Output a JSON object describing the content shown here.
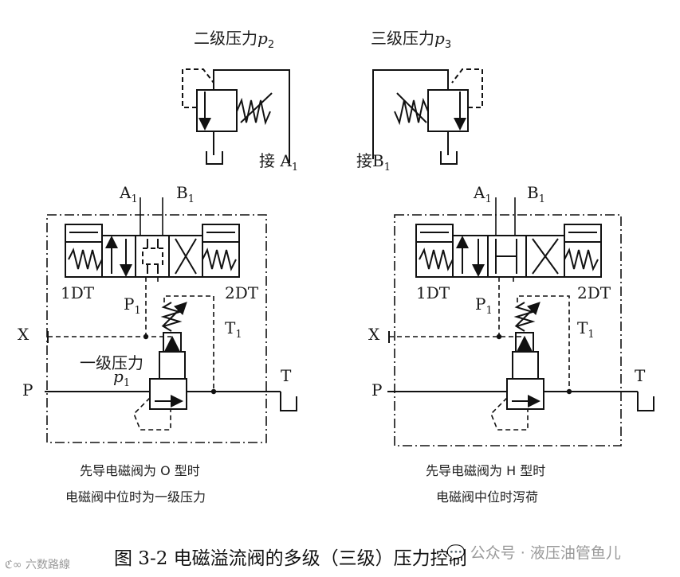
{
  "top": {
    "left_title": "二级压力",
    "left_var": "p",
    "left_sub": "2",
    "right_title": "三级压力",
    "right_var": "p",
    "right_sub": "3",
    "left_connect": "接",
    "left_port": "A",
    "left_port_sub": "1",
    "right_connect": "接",
    "right_port": "B",
    "right_port_sub": "1"
  },
  "left_valve": {
    "port_a": "A",
    "port_a_sub": "1",
    "port_b": "B",
    "port_b_sub": "1",
    "sol_1": "1DT",
    "sol_2": "2DT",
    "pilot_p": "P",
    "pilot_p_sub": "1",
    "tank_t1": "T",
    "tank_t1_sub": "1",
    "port_x": "X",
    "port_p": "P",
    "port_t": "T",
    "stage1": "一级压力",
    "stage1_var": "p",
    "stage1_sub": "1",
    "caption_1": "先导电磁阀为 O 型时",
    "caption_2": "电磁阀中位时为一级压力"
  },
  "right_valve": {
    "port_a": "A",
    "port_a_sub": "1",
    "port_b": "B",
    "port_b_sub": "1",
    "sol_1": "1DT",
    "sol_2": "2DT",
    "pilot_p": "P",
    "pilot_p_sub": "1",
    "tank_t1": "T",
    "tank_t1_sub": "1",
    "port_x": "X",
    "port_p": "P",
    "port_t": "T",
    "caption_1": "先导电磁阀为 H 型时",
    "caption_2": "电磁阀中位时泻荷"
  },
  "figure_caption": "图 3-2    电磁溢流阀的多级（三级）压力控制",
  "watermark_left": "六数路線",
  "watermark_right": "公众号 · 液压油管鱼儿"
}
